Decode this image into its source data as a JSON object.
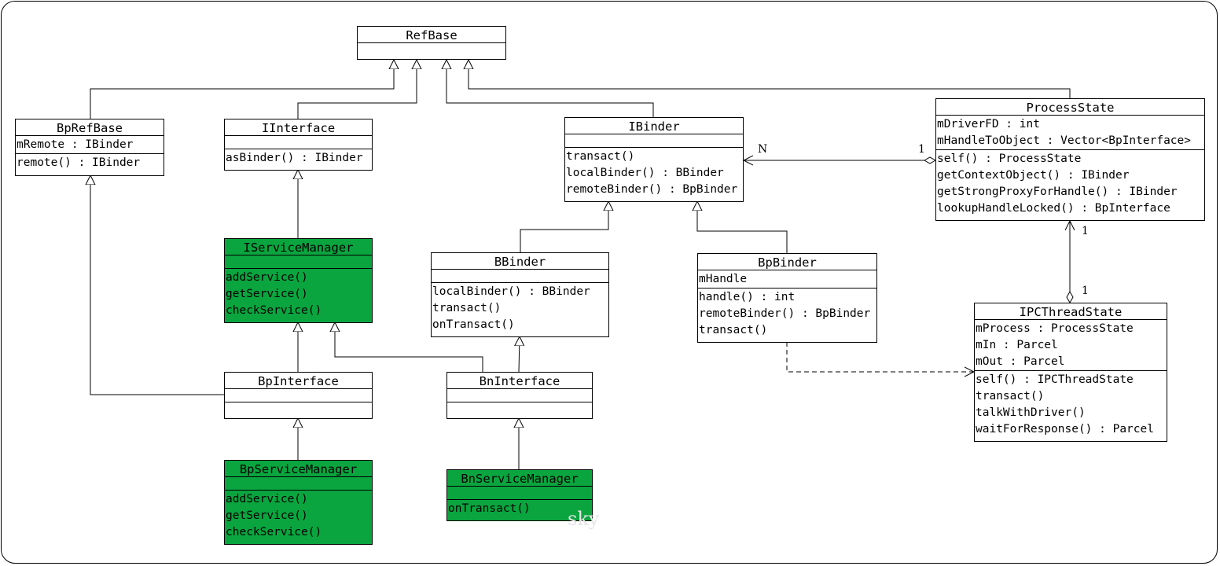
{
  "classes": {
    "refbase": {
      "name": "RefBase",
      "attributes": [],
      "methods": []
    },
    "bprefbase": {
      "name": "BpRefBase",
      "attributes": [
        "mRemote : IBinder"
      ],
      "methods": [
        "remote() : IBinder"
      ]
    },
    "iinterface": {
      "name": "IInterface",
      "attributes": [],
      "methods": [
        "asBinder() : IBinder"
      ]
    },
    "ibinder": {
      "name": "IBinder",
      "attributes": [],
      "methods": [
        "transact()",
        "localBinder() : BBinder",
        "remoteBinder() : BpBinder"
      ]
    },
    "processstate": {
      "name": "ProcessState",
      "attributes": [
        "mDriverFD : int",
        "mHandleToObject : Vector<BpInterface>"
      ],
      "methods": [
        "self() : ProcessState",
        "getContextObject() : IBinder",
        "getStrongProxyForHandle() : IBinder",
        "lookupHandleLocked() : BpInterface"
      ]
    },
    "iservicemanager": {
      "name": "IServiceManager",
      "attributes": [],
      "methods": [
        "addService()",
        "getService()",
        "checkService()"
      ]
    },
    "bbinder": {
      "name": "BBinder",
      "attributes": [],
      "methods": [
        "localBinder() : BBinder",
        "transact()",
        "onTransact()"
      ]
    },
    "bpbinder": {
      "name": "BpBinder",
      "attributes": [
        "mHandle"
      ],
      "methods": [
        "handle() : int",
        "remoteBinder() : BpBinder",
        "transact()"
      ]
    },
    "ipcthreadstate": {
      "name": "IPCThreadState",
      "attributes": [
        "mProcess : ProcessState",
        "mIn : Parcel",
        "mOut : Parcel"
      ],
      "methods": [
        "self() : IPCThreadState",
        "transact()",
        "talkWithDriver()",
        "waitForResponse() : Parcel"
      ]
    },
    "bpinterface": {
      "name": "BpInterface",
      "attributes": [],
      "methods": []
    },
    "bninterface": {
      "name": "BnInterface",
      "attributes": [],
      "methods": []
    },
    "bpservicemanager": {
      "name": "BpServiceManager",
      "attributes": [],
      "methods": [
        "addService()",
        "getService()",
        "checkService()"
      ]
    },
    "bnservicemanager": {
      "name": "BnServiceManager",
      "attributes": [],
      "methods": [
        "onTransact()"
      ]
    }
  },
  "multiplicities": {
    "ibinder_end": "N",
    "processstate_end_left": "1",
    "processstate_end_bottom": "1",
    "ipcthreadstate_end_top": "1"
  },
  "watermark": "sky",
  "colors": {
    "highlight": "#0aa53f",
    "line": "#000000",
    "watermark": "#e6e6e6"
  }
}
